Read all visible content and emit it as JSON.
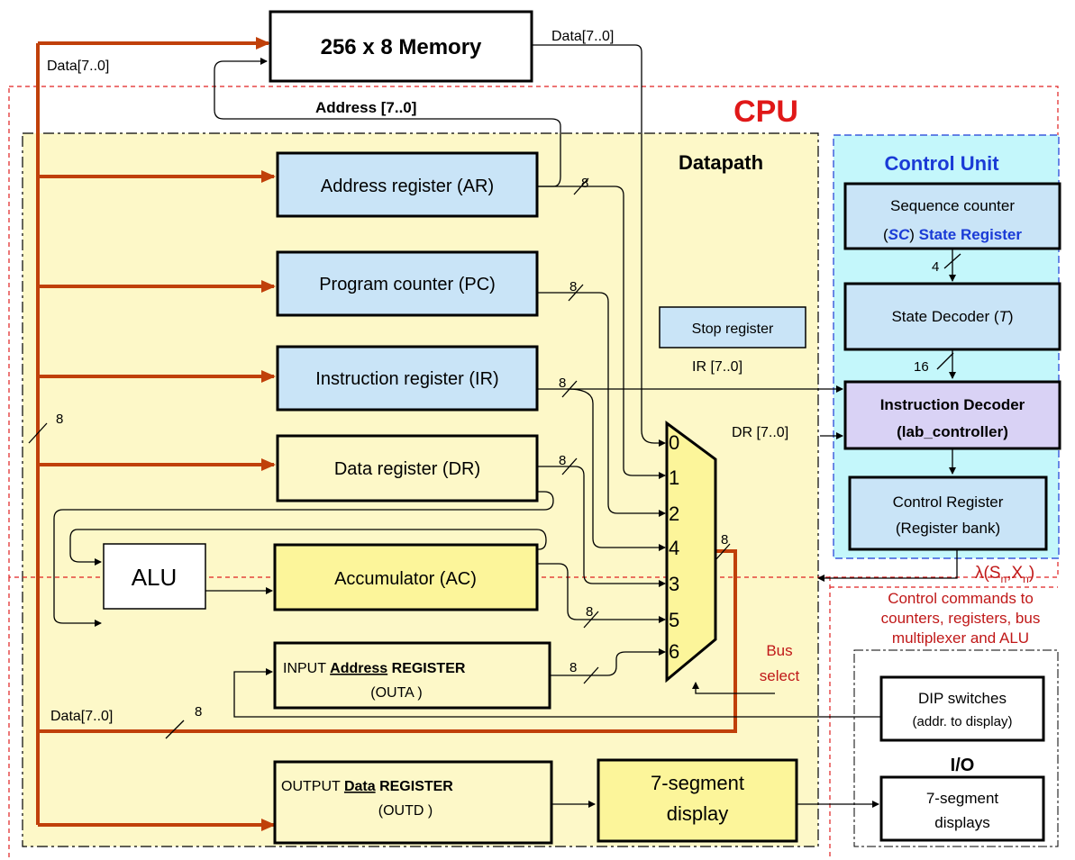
{
  "memory": {
    "label": "256 x 8 Memory",
    "data_out": "Data[7..0]",
    "address_label": "Address [7..0]"
  },
  "cpu": {
    "title": "CPU"
  },
  "datapath": {
    "title": "Datapath"
  },
  "bus": {
    "data_top": "Data[7..0]",
    "data_bottom": "Data[7..0]",
    "width": "8"
  },
  "registers": {
    "ar": "Address register (AR)",
    "pc": "Program counter (PC)",
    "ir": "Instruction register (IR)",
    "dr": "Data register (DR)",
    "ac": "Accumulator (AC)",
    "outa_1a": "INPUT ",
    "outa_1b": "Address",
    "outa_1c": " REGISTER",
    "outa_2": "(OUTA )",
    "outd_1a": "OUTPUT ",
    "outd_1b": "Data",
    "outd_1c": " REGISTER",
    "outd_2": "(OUTD )",
    "seg_1": "7-segment",
    "seg_2": "display",
    "stop": "Stop register"
  },
  "alu": {
    "label": "ALU"
  },
  "mux": {
    "inputs": [
      "0",
      "1",
      "2",
      "4",
      "3",
      "5",
      "6"
    ],
    "select_1": "Bus",
    "select_2": "select"
  },
  "widths": {
    "ar": "8",
    "pc": "8",
    "ir": "8",
    "dr": "8",
    "ac": "8",
    "outa": "8",
    "mux_out": "8"
  },
  "signals": {
    "ir": "IR [7..0]",
    "dr": "DR [7..0]",
    "lambda": "λ(S",
    "lambda_sub1": "n",
    "lambda_mid": ",X",
    "lambda_sub2": "n",
    "lambda_end": ")"
  },
  "control_unit": {
    "title": "Control Unit",
    "sc_1": "Sequence counter",
    "sc_2a": "(",
    "sc_2b": "SC",
    "sc_2c": ") ",
    "sc_2d": "State Register",
    "sd_a": "State Decoder (",
    "sd_b": "T",
    "sd_c": ")",
    "id_1": "Instruction Decoder",
    "id_2": "(lab_controller)",
    "cr_1": "Control Register",
    "cr_2": "(Register bank)",
    "w_sc": "4",
    "w_sd": "16"
  },
  "control_commands": {
    "line1": "Control commands to",
    "line2": "counters, registers, bus",
    "line3": "multiplexer and ALU"
  },
  "io": {
    "title": "I/O",
    "dip_1": "DIP switches",
    "dip_2": "(addr. to display)",
    "seg_1": "7-segment",
    "seg_2": "displays"
  },
  "colors": {
    "bus": "#c0400a",
    "cpu_border": "#e02020",
    "cpu_title": "#e01818",
    "datapath_bg": "#fdf8c8",
    "register_fill": "#c9e4f7",
    "accumulator_fill": "#fcf59a",
    "control_bg": "#c4f7fb",
    "decoder_fill": "#d9d2f5",
    "control_title": "#1a3bd6",
    "commands_text": "#c01818"
  }
}
